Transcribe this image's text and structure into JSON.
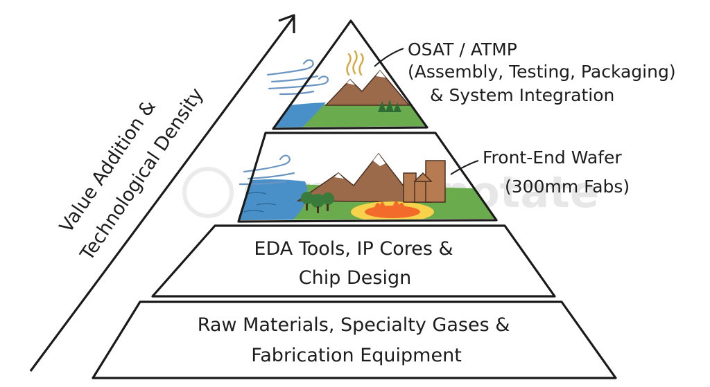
{
  "axis": {
    "line1": "Value Addition &",
    "line2": "Technological Density"
  },
  "tiers": {
    "top": {
      "label_line1": "OSAT / ATMP",
      "label_line2": "(Assembly, Testing, Packaging)",
      "label_line3": "& System Integration"
    },
    "second": {
      "label_line1": "Front-End Wafer",
      "label_line2": "(300mm Fabs)"
    },
    "third": {
      "line1": "EDA Tools, IP Cores &",
      "line2": "Chip Design"
    },
    "bottom": {
      "line1": "Raw Materials, Specialty Gases &",
      "line2": "Fabrication Equipment"
    }
  },
  "watermark": "superannotate",
  "colors": {
    "ink": "#1a1a1a",
    "water": "#4a90c8",
    "grass": "#6aab4e",
    "mountain": "#9a6a4a",
    "snow": "#ffffff",
    "fire": "#f26b2a",
    "fire_glow": "#f7d24a",
    "city": "#b77b52",
    "wind": "#6a95c2",
    "steam": "#d4a843"
  }
}
